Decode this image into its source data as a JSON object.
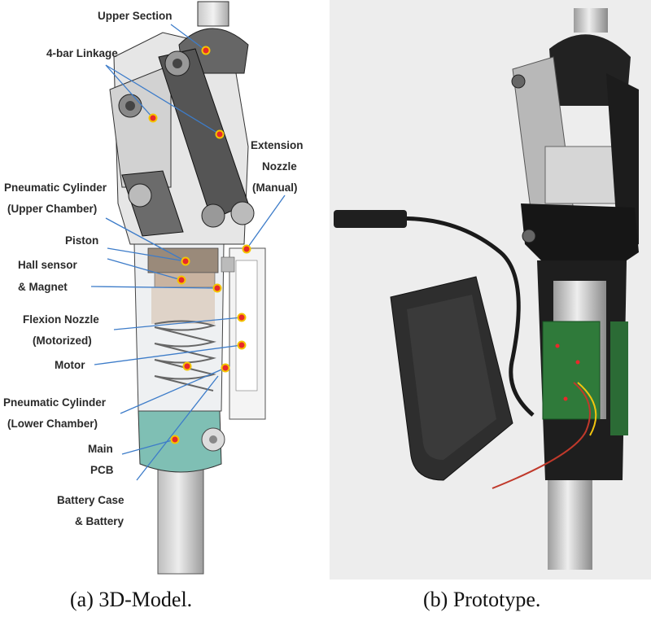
{
  "labels": {
    "upper_section": "Upper Section",
    "four_bar": "4-bar Linkage",
    "extension_1": "Extension",
    "extension_2": "Nozzle",
    "extension_3": "(Manual)",
    "pc_upper_1": "Pneumatic Cylinder",
    "pc_upper_2": "(Upper Chamber)",
    "piston": "Piston",
    "hall_1": "Hall sensor",
    "hall_2": "& Magnet",
    "flexion_1": "Flexion Nozzle",
    "flexion_2": "(Motorized)",
    "motor": "Motor",
    "pc_lower_1": "Pneumatic Cylinder",
    "pc_lower_2": "(Lower Chamber)",
    "pcb_1": "Main",
    "pcb_2": "PCB",
    "battery_1": "Battery Case",
    "battery_2": "& Battery"
  },
  "captions": {
    "a": "(a) 3D-Model.",
    "b": "(b) Prototype."
  },
  "colors": {
    "leader_line": "#3d7cc9",
    "marker_fill": "#e8292a",
    "marker_ring": "#f4c400",
    "battery_case": "#7fbfb4",
    "photo_background": "#ededed"
  }
}
